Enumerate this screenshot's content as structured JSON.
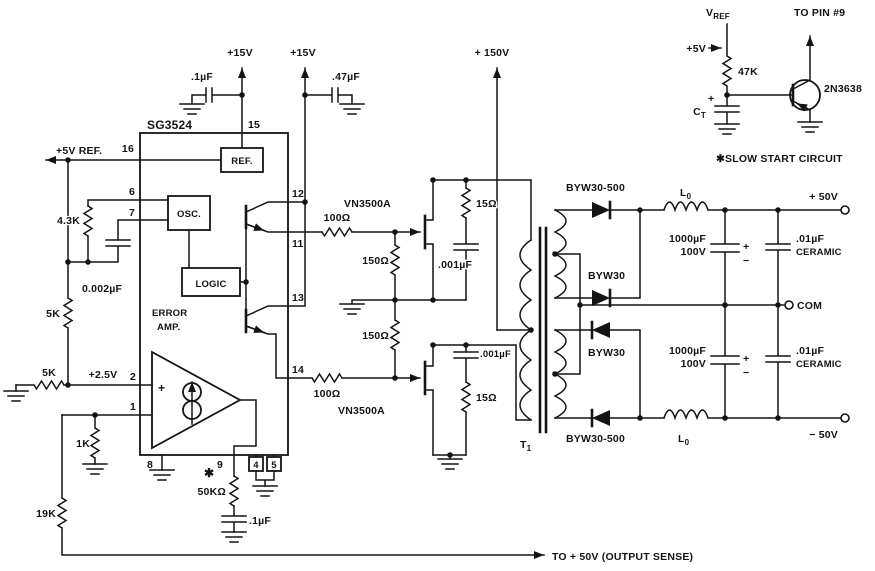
{
  "ic": {
    "part": "SG3524",
    "blocks": {
      "ref": "REF.",
      "osc": "OSC.",
      "logic": "LOGIC",
      "error1": "ERROR",
      "error2": "AMP.",
      "plus": "+"
    },
    "pins": {
      "p1": "1",
      "p2": "2",
      "p4": "4",
      "p5": "5",
      "p6": "6",
      "p7": "7",
      "p8": "8",
      "p9": "9",
      "p11": "11",
      "p12": "12",
      "p13": "13",
      "p14": "14",
      "p15": "15",
      "p16": "16"
    }
  },
  "left": {
    "vref_out": "+5V REF.",
    "r43k": "4.3K",
    "c0002": "0.002µF",
    "r5k_top": "5K",
    "r5k_left": "5K",
    "v25": "+2.5V",
    "r1k": "1K",
    "r19k": "19K",
    "asterisk": "✱",
    "r50k": "50KΩ",
    "c01": ".1µF"
  },
  "supply": {
    "v15_left": "+15V",
    "c01": ".1µF",
    "v15_right": "+15V",
    "c047": ".47µF",
    "v150": "+ 150V"
  },
  "drive": {
    "r100_top": "100Ω",
    "r150_top": "150Ω",
    "fet_top": "VN3500A",
    "r15_top": "15Ω",
    "c001_top": ".001µF",
    "r100_bot": "100Ω",
    "r150_bot": "150Ω",
    "fet_bot": "VN3500A",
    "r15_bot": "15Ω",
    "c001_bot": ".001µF"
  },
  "transformer": {
    "name": "T",
    "sub": "1"
  },
  "output": {
    "d_top_outer": "BYW30-500",
    "d_top_inner": "BYW30",
    "d_bot_inner": "BYW30",
    "d_bot_outer": "BYW30-500",
    "l_top": "L",
    "l_top_sub": "0",
    "l_bot": "L",
    "l_bot_sub": "0",
    "c1000_top_val": "1000µF",
    "c1000_top_v": "100V",
    "c1000_bot_val": "1000µF",
    "c1000_bot_v": "100V",
    "c01_top_val": ".01µF",
    "c01_top_type": "CERAMIC",
    "c01_bot_val": ".01µF",
    "c01_bot_type": "CERAMIC",
    "vpos": "+ 50V",
    "com": "COM",
    "vneg": "− 50V",
    "plus": "+",
    "minus": "−"
  },
  "slow_start": {
    "vref": "V",
    "vref_sub": "REF",
    "v5": "+5V",
    "r47k": "47K",
    "q": "2N3638",
    "ct": "C",
    "ct_sub": "T",
    "ct_plus": "+",
    "to_pin9": "TO PIN #9",
    "note": "✱SLOW START CIRCUIT"
  },
  "bottom": {
    "sense": "TO + 50V (OUTPUT SENSE)"
  },
  "colors": {
    "ink": "#141414",
    "paper": "#ffffff"
  }
}
